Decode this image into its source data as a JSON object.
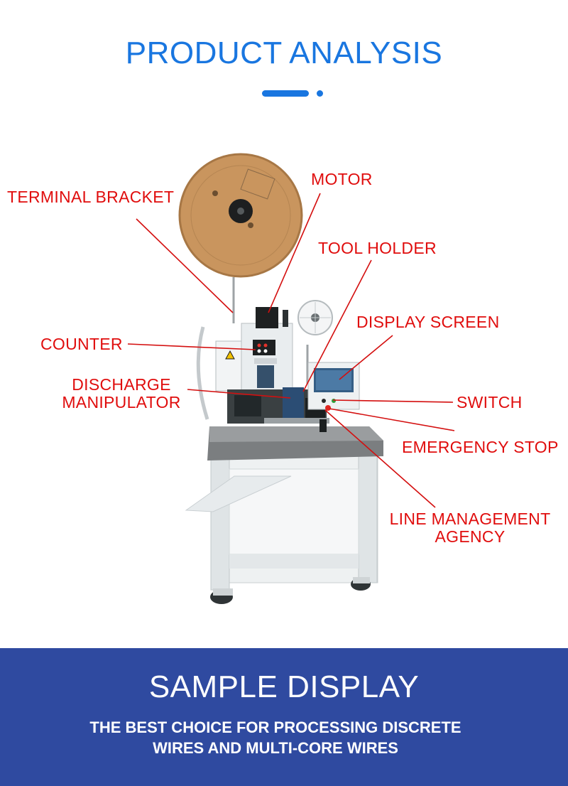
{
  "header": {
    "title": "PRODUCT ANALYSIS",
    "accent_color": "#1976e0"
  },
  "labels": {
    "color": "#e00d0d",
    "terminal_bracket": "TERMINAL BRACKET",
    "motor": "MOTOR",
    "tool_holder": "TOOL HOLDER",
    "display_screen": "DISPLAY SCREEN",
    "counter": "COUNTER",
    "discharge_manipulator_line1": "DISCHARGE",
    "discharge_manipulator_line2": "MANIPULATOR",
    "switch": "SWITCH",
    "emergency_stop": "EMERGENCY STOP",
    "line_management_line1": "LINE MANAGEMENT",
    "line_management_line2": "AGENCY"
  },
  "banner": {
    "background": "#2f4aa0",
    "title": "SAMPLE DISPLAY",
    "subtitle_line1": "THE BEST CHOICE FOR PROCESSING DISCRETE",
    "subtitle_line2": "WIRES AND MULTI-CORE WIRES"
  }
}
